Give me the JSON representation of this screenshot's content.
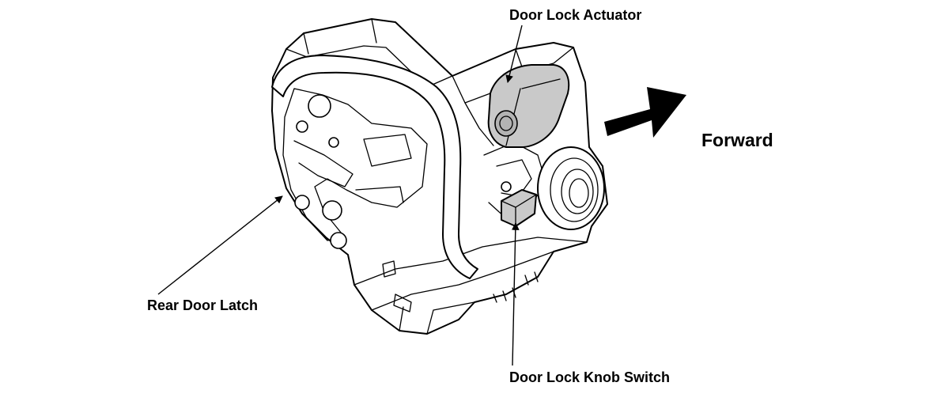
{
  "labels": {
    "door_lock_actuator": "Door Lock Actuator",
    "rear_door_latch": "Rear Door Latch",
    "door_lock_knob_switch": "Door Lock Knob Switch",
    "forward": "Forward"
  },
  "colors": {
    "line": "#000000",
    "background": "#ffffff",
    "component_fill": "#c9c9c9"
  },
  "icons": {
    "direction": "forward-arrow-icon"
  }
}
